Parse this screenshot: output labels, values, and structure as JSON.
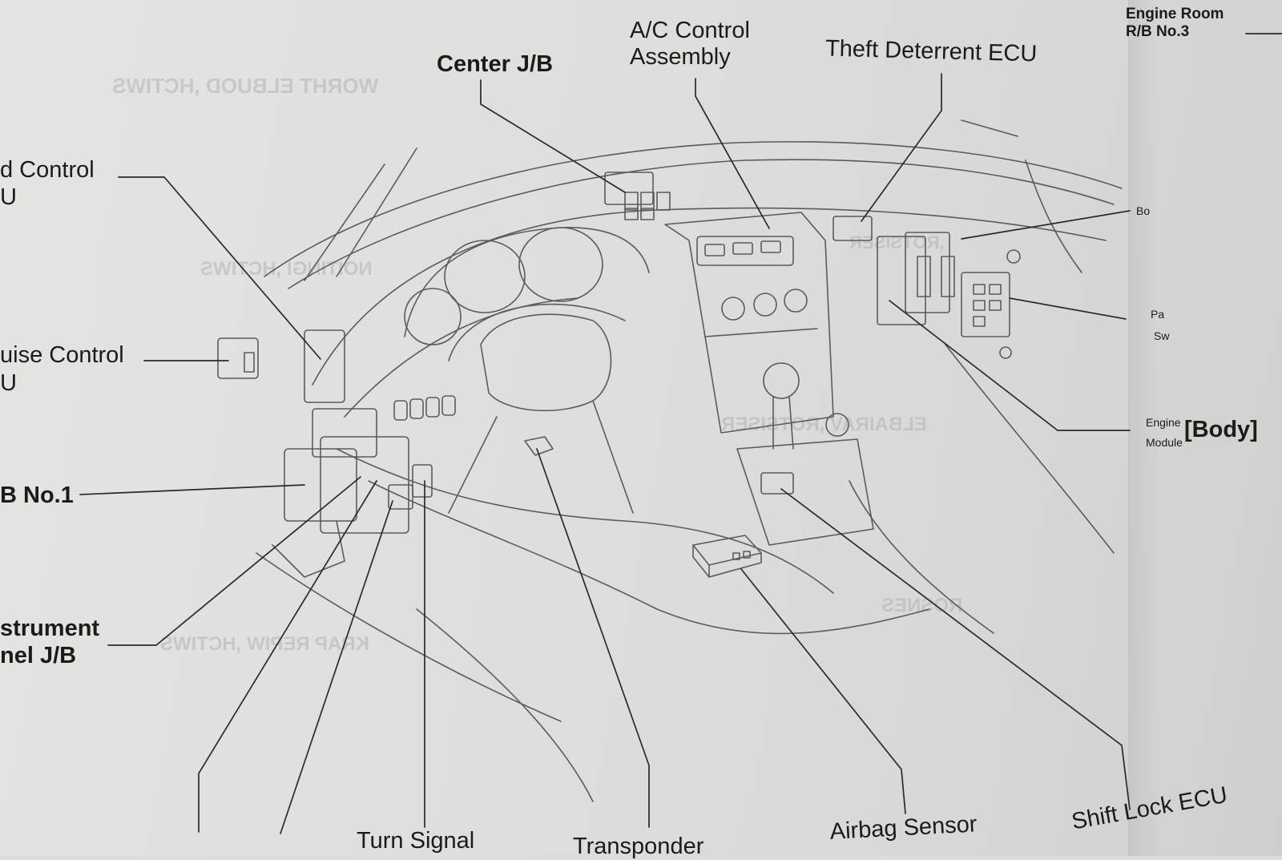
{
  "diagram": {
    "labels": {
      "center_jb": "Center J/B",
      "ac_control_line1": "A/C Control",
      "ac_control_line2": "Assembly",
      "theft_deterrent": "Theft Deterrent ECU",
      "engine_room_line1": "Engine Room",
      "engine_room_line2": "R/B No.3",
      "cold_control_line1": "d Control",
      "cold_control_line2": "U",
      "cruise_control_line1": "uise Control",
      "cruise_control_line2": "U",
      "jb_no1": "B No.1",
      "instrument_line1": "strument",
      "instrument_line2": "nel J/B",
      "turn_signal": "Turn Signal",
      "transponder": "Transponder",
      "airbag_sensor": "Airbag Sensor",
      "shift_lock": "Shift Lock ECU",
      "body_section": "[Body]",
      "right_bo": "Bo",
      "right_pa": "Pa",
      "right_sw": "Sw",
      "right_engine": "Engine",
      "right_module": "Module"
    }
  }
}
